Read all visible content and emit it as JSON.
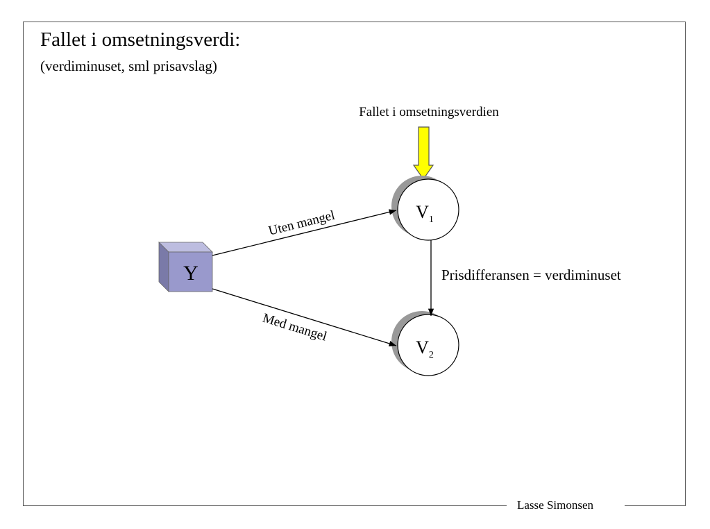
{
  "slide": {
    "title": "Fallet i omsetningsverdi:",
    "subtitle": "(verdiminuset, sml prisavslag)",
    "author": "Lasse Simonsen"
  },
  "diagram": {
    "top_label": "Fallet i omsetningsverdien",
    "source_node": "Y",
    "node_v1": {
      "letter": "V",
      "subscript": "1"
    },
    "node_v2": {
      "letter": "V",
      "subscript": "2"
    },
    "edge_upper_label": "Uten mangel",
    "edge_lower_label": "Med mangel",
    "vertical_label": "Prisdifferansen = verdiminuset",
    "colors": {
      "arrow_fill": "#ffff00",
      "cube_front": "#9999cc",
      "cube_top": "#bdbde0",
      "cube_side": "#7a7aa8",
      "circle_shadow": "#999999"
    }
  }
}
